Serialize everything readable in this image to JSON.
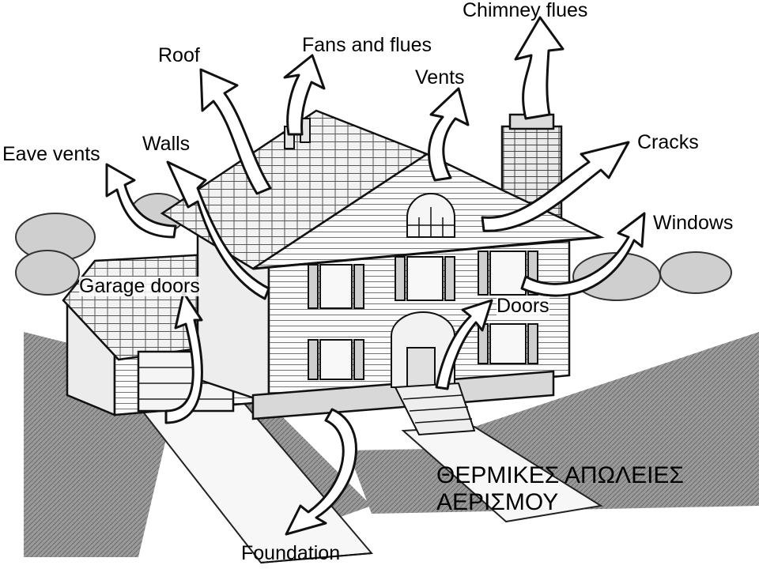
{
  "labels": {
    "chimney_flues": "Chimney flues",
    "fans_and_flues": "Fans and flues",
    "roof": "Roof",
    "vents": "Vents",
    "eave_vents": "Eave vents",
    "walls": "Walls",
    "cracks": "Cracks",
    "windows": "Windows",
    "garage_doors": "Garage doors",
    "doors": "Doors",
    "foundation": "Foundation"
  },
  "caption": {
    "line1": "ΘΕΡΜΙΚΕΣ ΑΠΩΛΕΙΕΣ",
    "line2": "ΑΕΡΙΣΜΟΥ"
  }
}
